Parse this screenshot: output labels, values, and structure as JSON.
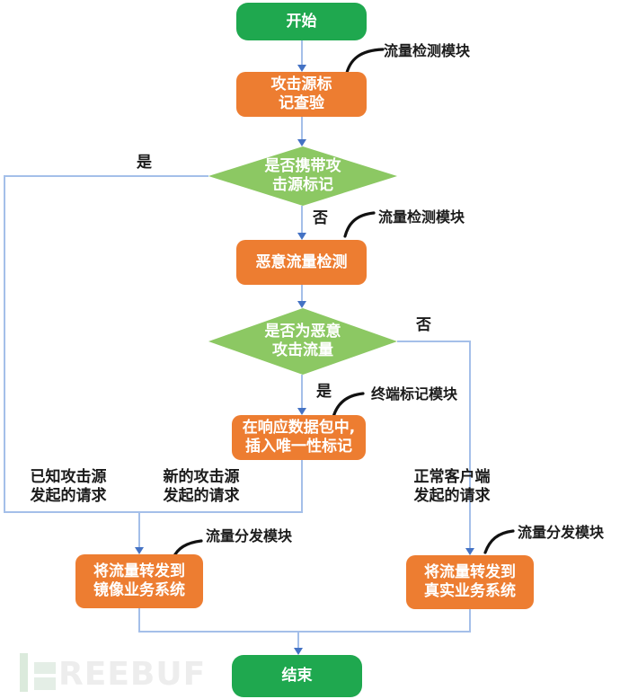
{
  "colors": {
    "terminal_green": "#1FA84F",
    "process_orange": "#ED7D31",
    "decision_green": "#8CC863",
    "connector_blue": "#A4BFE9",
    "arrowhead_blue": "#4472C4",
    "callout_black": "#121212"
  },
  "nodes": {
    "start": {
      "label": "开始"
    },
    "attack_mark_check": {
      "label": "攻击源标\n记查验"
    },
    "decision_has_mark": {
      "label": "是否携带攻\n击源标记"
    },
    "malicious_detect": {
      "label": "恶意流量检测"
    },
    "decision_is_malicious": {
      "label": "是否为恶意\n攻击流量"
    },
    "insert_mark": {
      "label": "在响应数据包中,\n插入唯一性标记"
    },
    "forward_mirror": {
      "label": "将流量转发到\n镜像业务系统"
    },
    "forward_real": {
      "label": "将流量转发到\n真实业务系统"
    },
    "end": {
      "label": "结束"
    }
  },
  "edge_labels": {
    "yes_has_mark": "是",
    "no_has_mark": "否",
    "no_is_malicious": "否",
    "yes_is_malicious": "是"
  },
  "annotations": {
    "traffic_detect_top": "流量检测模块",
    "traffic_detect_mid": "流量检测模块",
    "terminal_mark": "终端标记模块",
    "dispatch_left": "流量分发模块",
    "dispatch_right": "流量分发模块"
  },
  "flow_labels": {
    "known_attack": "已知攻击源\n发起的请求",
    "new_attack": "新的攻击源\n发起的请求",
    "normal_client": "正常客户端\n发起的请求"
  },
  "watermark": {
    "text": "REEBUF"
  }
}
